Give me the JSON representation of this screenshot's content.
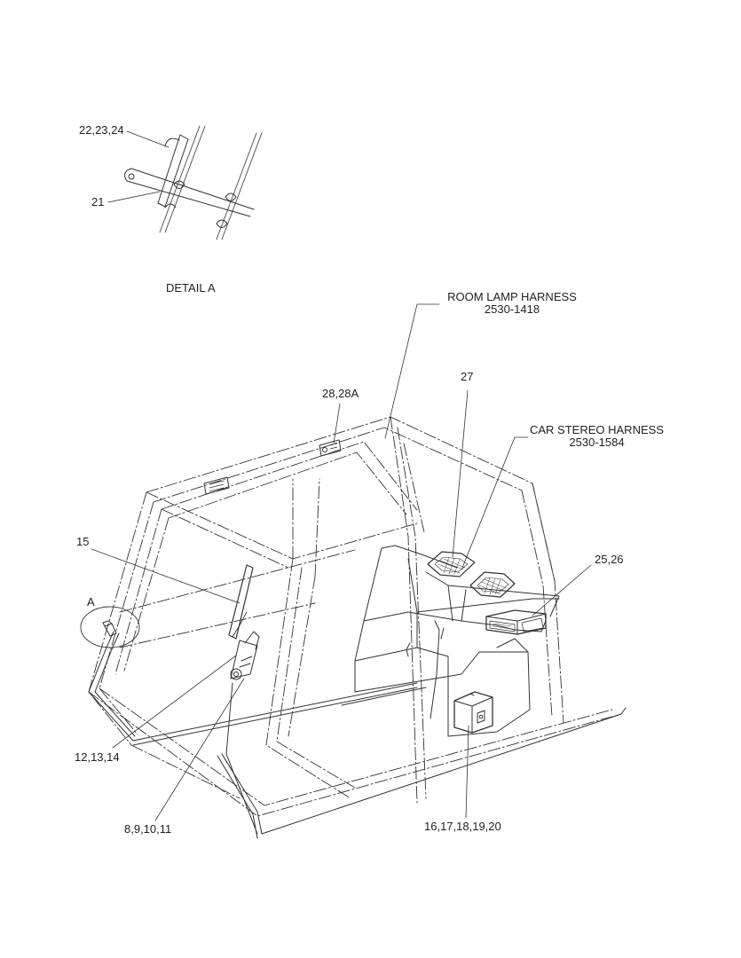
{
  "detail": {
    "title": "DETAIL  A",
    "callouts": [
      "22,23,24",
      "21"
    ]
  },
  "harnesses": {
    "room_lamp": {
      "name": "ROOM LAMP HARNESS",
      "part": "2530-1418"
    },
    "car_stereo": {
      "name": "CAR STEREO HARNESS",
      "part": "2530-1584"
    }
  },
  "callouts": {
    "c28": "28,28A",
    "c27": "27",
    "c25": "25,26",
    "c15": "15",
    "cA": "A",
    "c12": "12,13,14",
    "c8": "8,9,10,11",
    "c16": "16,17,18,19,20"
  },
  "colors": {
    "line": "#333333",
    "background": "#ffffff"
  }
}
